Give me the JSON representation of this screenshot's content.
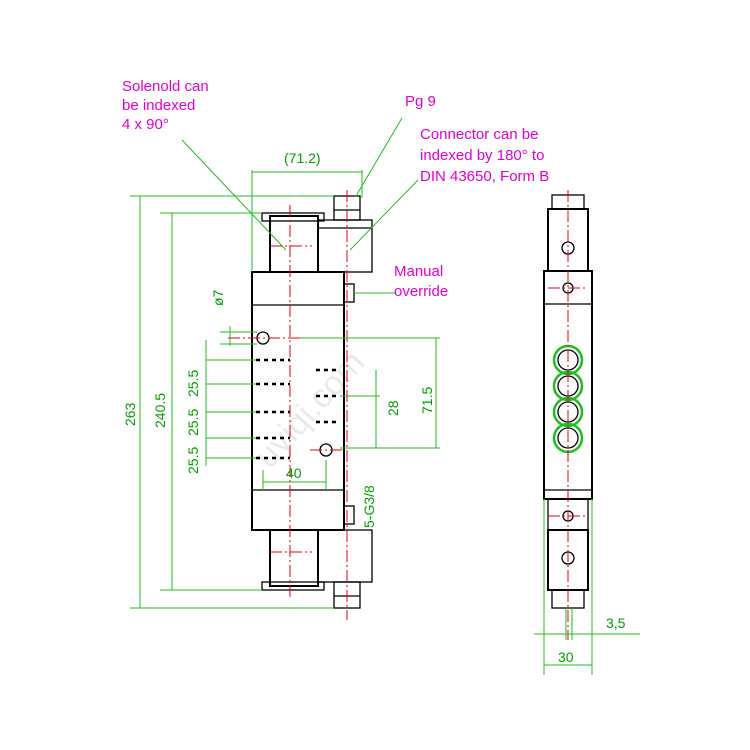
{
  "annotations": {
    "solenoid": [
      "Solenold can",
      "be indexed",
      "4 x 90°"
    ],
    "pg": "Pg 9",
    "connector": [
      "Connector can be",
      "indexed by 180° to",
      "DIN 43650, Form B"
    ],
    "manual": [
      "Manual",
      "override"
    ]
  },
  "dimensions": {
    "width_top": "(71.2)",
    "dia": "ø7",
    "d25a": "25.5",
    "d25b": "25.5",
    "d25c": "25.5",
    "d40": "40",
    "d28": "28",
    "d715": "71.5",
    "d263": "263",
    "d2405": "240.5",
    "port": "5-G3/8",
    "d35": "3,5",
    "d30": "30"
  },
  "watermark": "uyiqi.com",
  "colors": {
    "annotation": "#e400d8",
    "dimension": "#00a000",
    "centerline": "#e0001a",
    "outline": "#000000"
  }
}
